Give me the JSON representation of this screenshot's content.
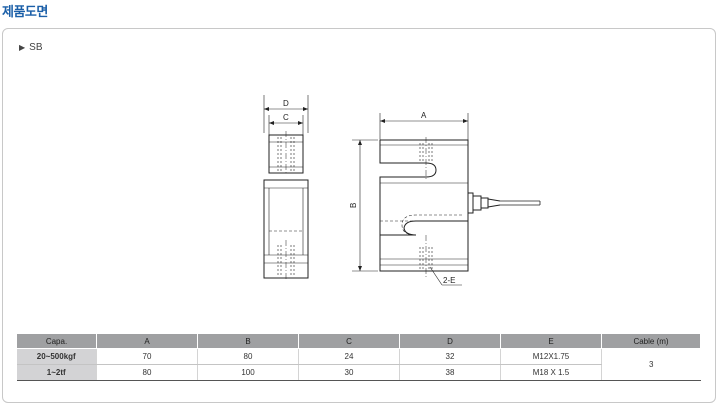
{
  "page": {
    "title": "제품도면"
  },
  "model": {
    "marker": "▶",
    "name": "SB"
  },
  "drawing": {
    "dim_labels": {
      "d": "D",
      "c": "C",
      "a": "A",
      "b": "B",
      "e": "2-E"
    }
  },
  "spec_table": {
    "headers": [
      "Capa.",
      "A",
      "B",
      "C",
      "D",
      "E",
      "Cable (m)"
    ],
    "rows": [
      {
        "capa": "20~500kgf",
        "a": "70",
        "b": "80",
        "c": "24",
        "d": "32",
        "e": "M12X1.75"
      },
      {
        "capa": "1~2tf",
        "a": "80",
        "b": "100",
        "c": "30",
        "d": "38",
        "e": "M18 X 1.5"
      }
    ],
    "cable": "3"
  }
}
